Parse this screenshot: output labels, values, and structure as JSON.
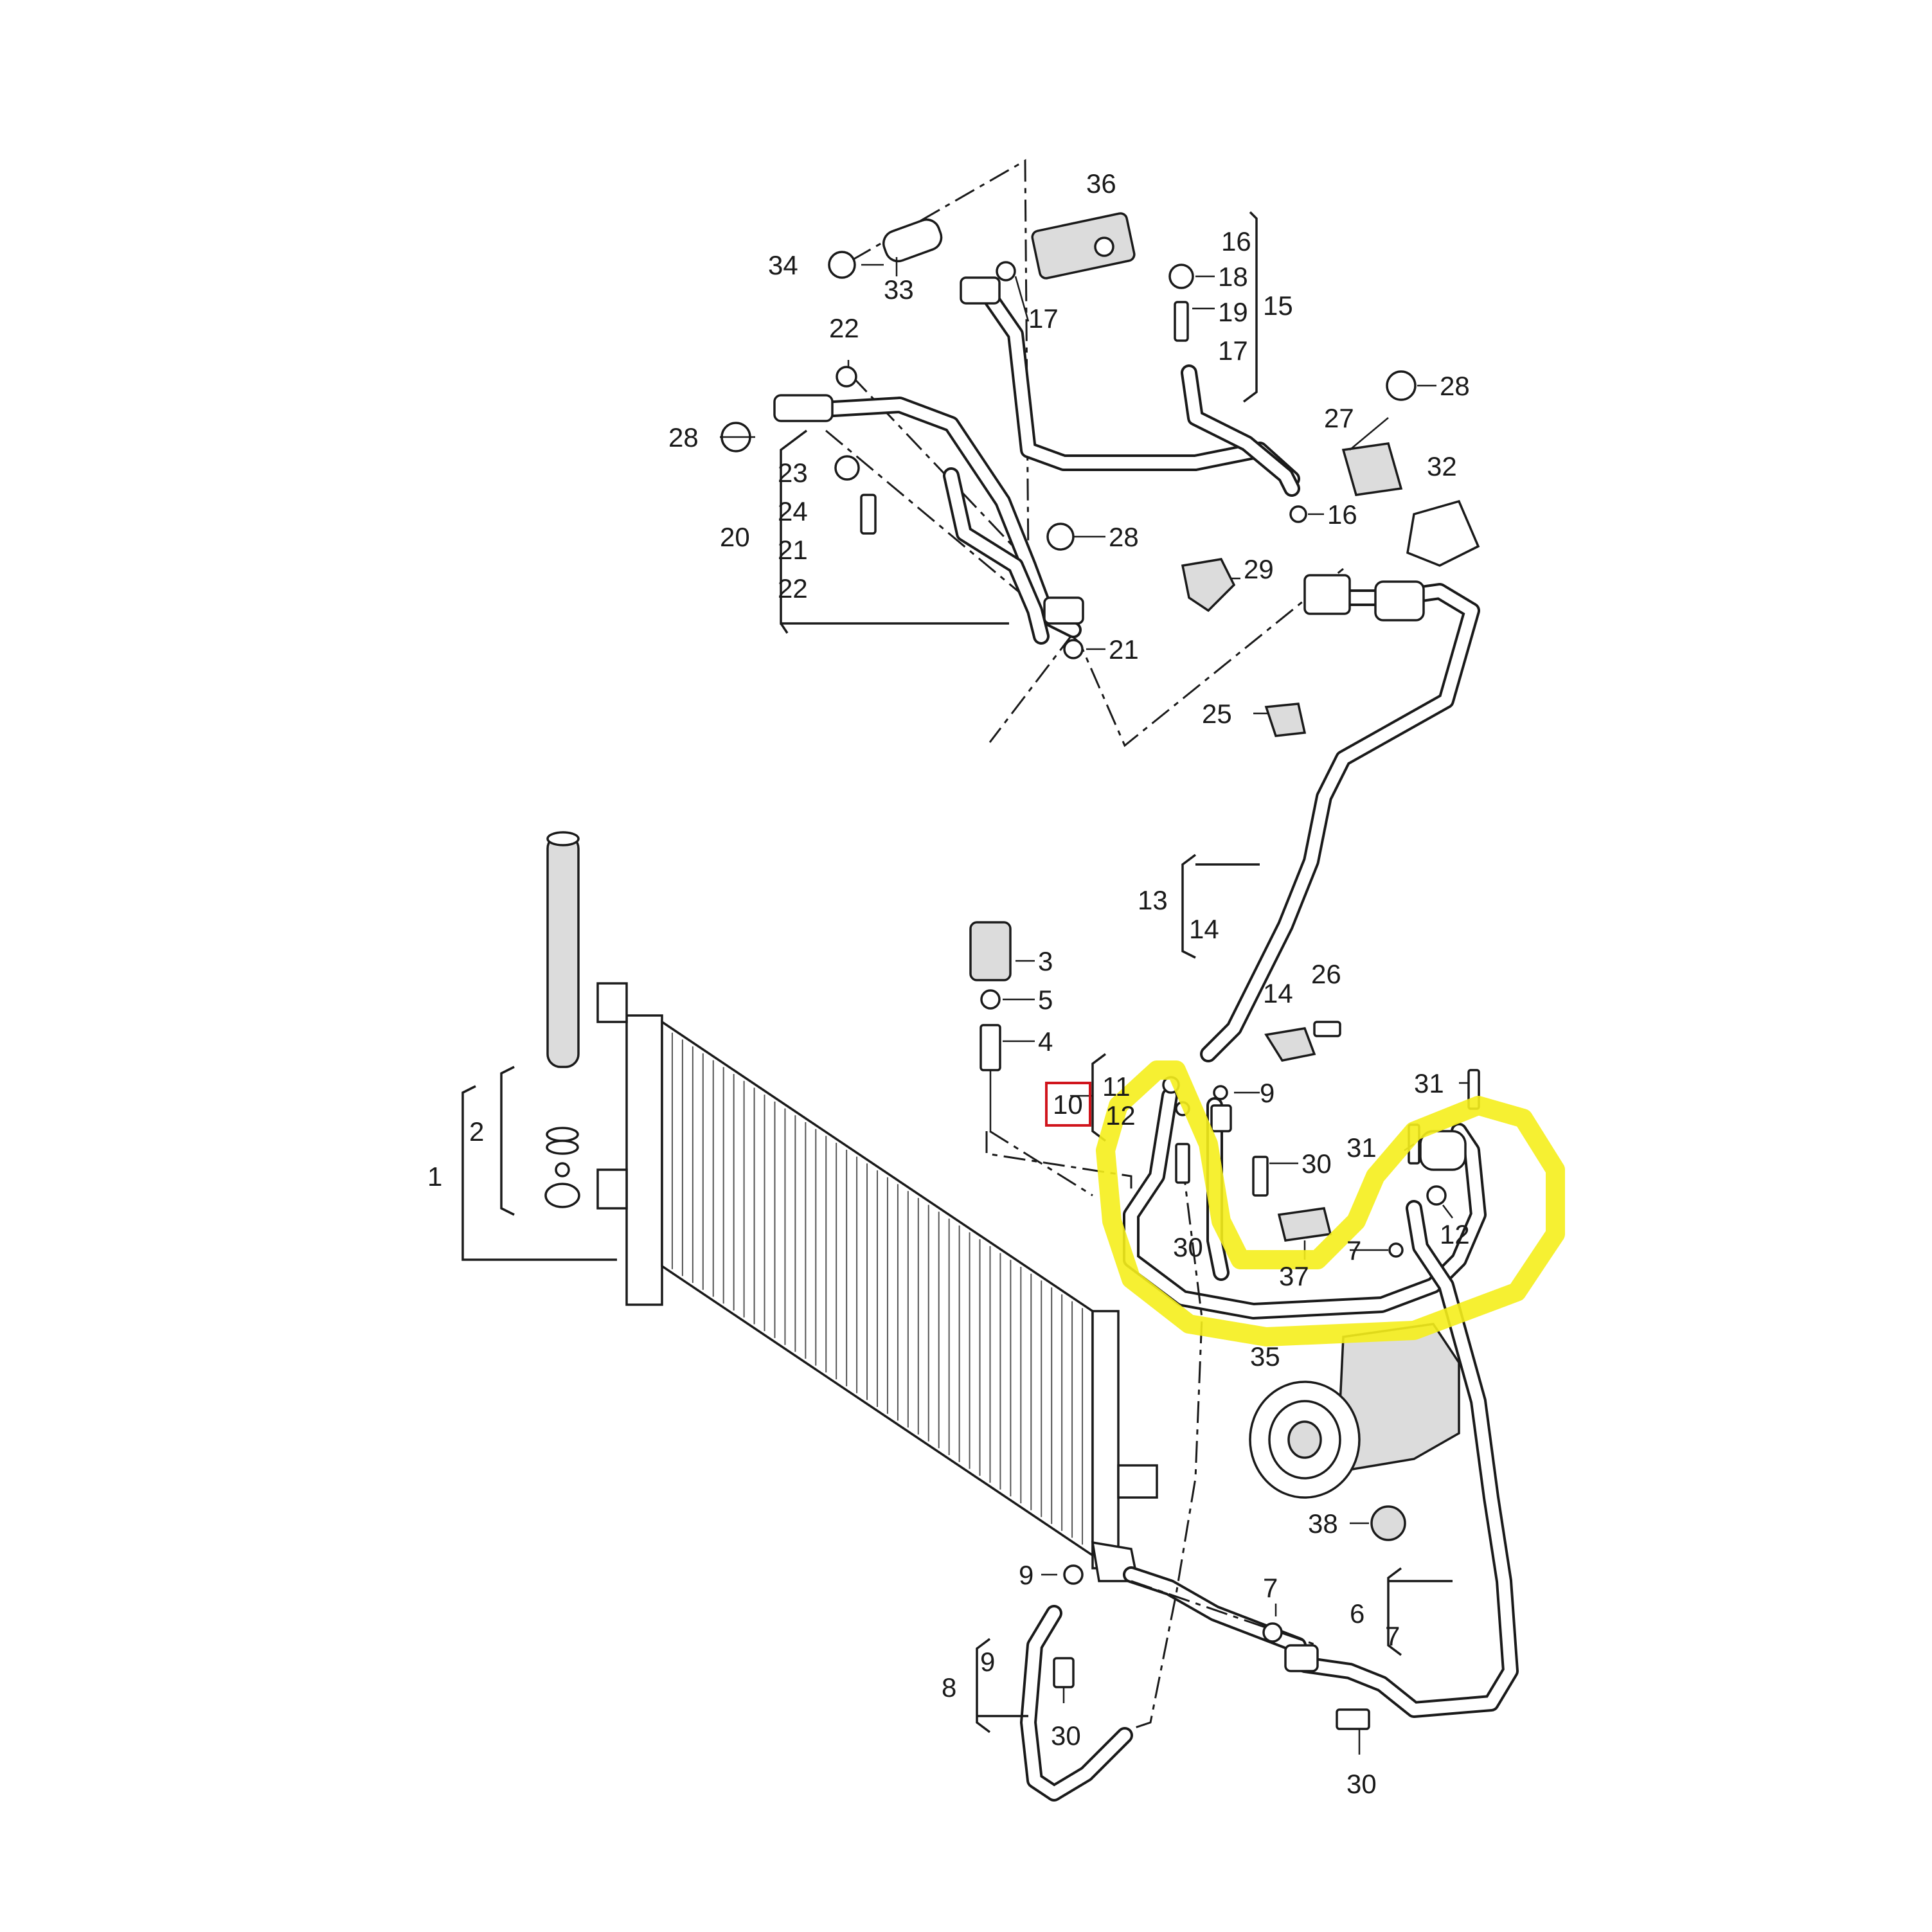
{
  "diagram": {
    "labels": [
      {
        "id": "l36",
        "text": "36"
      },
      {
        "id": "l34",
        "text": "34"
      },
      {
        "id": "l33",
        "text": "33"
      },
      {
        "id": "l17a",
        "text": "17"
      },
      {
        "id": "l22a",
        "text": "22"
      },
      {
        "id": "l28a",
        "text": "28"
      },
      {
        "id": "l23",
        "text": "23"
      },
      {
        "id": "l24",
        "text": "24"
      },
      {
        "id": "l20",
        "text": "20"
      },
      {
        "id": "l21a",
        "text": "21"
      },
      {
        "id": "l22b",
        "text": "22"
      },
      {
        "id": "l28b",
        "text": "28"
      },
      {
        "id": "l21b",
        "text": "21"
      },
      {
        "id": "l16a",
        "text": "16"
      },
      {
        "id": "l18",
        "text": "18"
      },
      {
        "id": "l19",
        "text": "19"
      },
      {
        "id": "l15",
        "text": "15"
      },
      {
        "id": "l17b",
        "text": "17"
      },
      {
        "id": "l28c",
        "text": "28"
      },
      {
        "id": "l27",
        "text": "27"
      },
      {
        "id": "l32",
        "text": "32"
      },
      {
        "id": "l16b",
        "text": "16"
      },
      {
        "id": "l29",
        "text": "29"
      },
      {
        "id": "l25",
        "text": "25"
      },
      {
        "id": "l13",
        "text": "13"
      },
      {
        "id": "l14a",
        "text": "14"
      },
      {
        "id": "l3",
        "text": "3"
      },
      {
        "id": "l5",
        "text": "5"
      },
      {
        "id": "l4",
        "text": "4"
      },
      {
        "id": "l14b",
        "text": "14"
      },
      {
        "id": "l26",
        "text": "26"
      },
      {
        "id": "l11",
        "text": "11"
      },
      {
        "id": "l10",
        "text": "10"
      },
      {
        "id": "l12a",
        "text": "12"
      },
      {
        "id": "l9a",
        "text": "9"
      },
      {
        "id": "l31a",
        "text": "31"
      },
      {
        "id": "l31b",
        "text": "31"
      },
      {
        "id": "l30a",
        "text": "30"
      },
      {
        "id": "l30b",
        "text": "30"
      },
      {
        "id": "l37",
        "text": "37"
      },
      {
        "id": "l7a",
        "text": "7"
      },
      {
        "id": "l12b",
        "text": "12"
      },
      {
        "id": "l2",
        "text": "2"
      },
      {
        "id": "l1",
        "text": "1"
      },
      {
        "id": "l35",
        "text": "35"
      },
      {
        "id": "l38",
        "text": "38"
      },
      {
        "id": "l9b",
        "text": "9"
      },
      {
        "id": "l7b",
        "text": "7"
      },
      {
        "id": "l6",
        "text": "6"
      },
      {
        "id": "l7c",
        "text": "7"
      },
      {
        "id": "l8",
        "text": "8"
      },
      {
        "id": "l9c",
        "text": "9"
      },
      {
        "id": "l30c",
        "text": "30"
      },
      {
        "id": "l30d",
        "text": "30"
      }
    ],
    "highlight_color": "#f5ee1c",
    "box_color": "#d0141c"
  }
}
